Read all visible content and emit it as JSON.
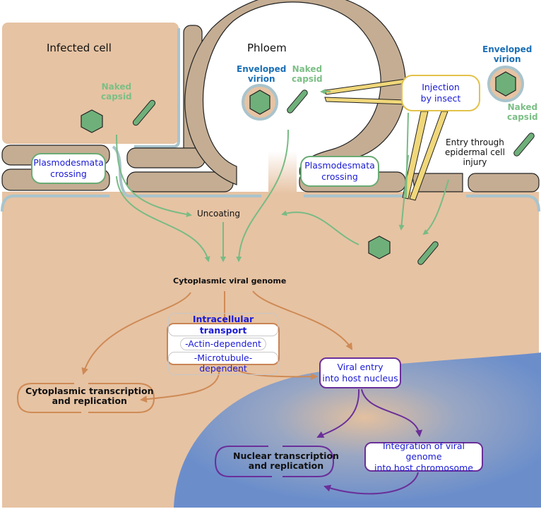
{
  "labels": {
    "infected_cell": "Infected cell",
    "phloem": "Phloem",
    "naked_capsid_left": [
      "Naked",
      "capsid"
    ],
    "enveloped_virion_phloem": [
      "Enveloped",
      "virion"
    ],
    "naked_capsid_phloem": [
      "Naked",
      "capsid"
    ],
    "enveloped_virion_outside": [
      "Enveloped",
      "virion"
    ],
    "naked_capsid_outside": [
      "Naked",
      "capsid"
    ],
    "entry_epidermal": [
      "Entry through",
      "epidermal cell",
      "injury"
    ],
    "uncoating": "Uncoating",
    "cytoplasmic_viral_genome": "Cytoplasmic viral genome"
  },
  "boxes": {
    "plasmodesmata_left": [
      "Plasmodesmata",
      "crossing"
    ],
    "plasmodesmata_right": [
      "Plasmodesmata",
      "crossing"
    ],
    "injection": [
      "Injection",
      "by insect"
    ],
    "intracellular_transport": {
      "title": "Intracellular transport",
      "items": [
        "-Actin-dependent",
        "-Microtubule-dependent"
      ]
    },
    "viral_entry": [
      "Viral entry",
      "into host nucleus"
    ],
    "cytoplasmic_replication": [
      "Cytoplasmic transcription",
      "and replication"
    ],
    "nuclear_replication": [
      "Nuclear transcription",
      "and replication"
    ],
    "integration": [
      "Integration of viral genome",
      "into host chromosome"
    ]
  },
  "colors": {
    "cytoplasm": "#e6c3a3",
    "cell_wall": "#c4ad93",
    "membrane": "#a9c4cc",
    "nucleus": "#6b8ecb",
    "green_arrow": "#78bb84",
    "orange_arrow": "#cf8a55",
    "purple_arrow": "#6a2f9a",
    "insect_stylet": "#f0d77a",
    "capsid_green": "#6fb07a"
  }
}
